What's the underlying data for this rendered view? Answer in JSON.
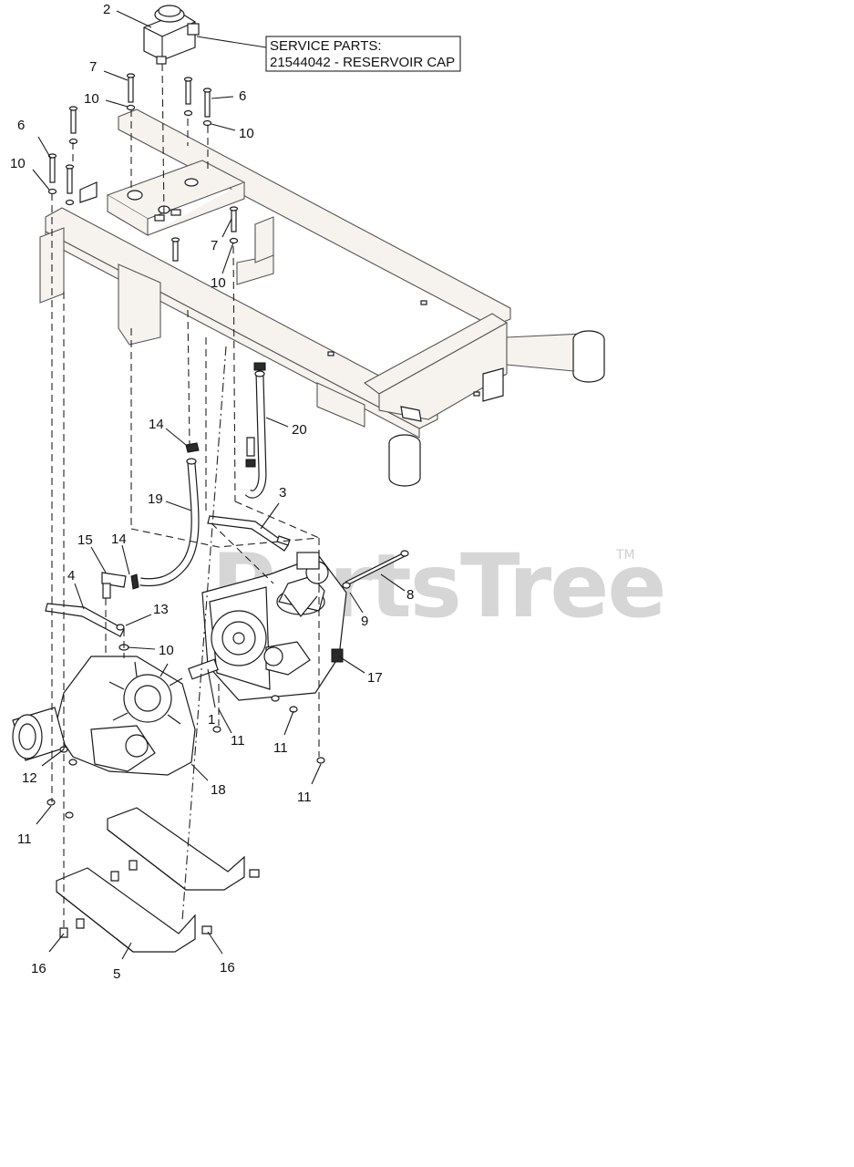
{
  "service_box": {
    "line1": "SERVICE PARTS:",
    "line2": "21544042 - RESERVOIR CAP"
  },
  "watermark": {
    "text": "PartsTree",
    "tm": "TM"
  },
  "callouts": [
    {
      "id": "2"
    },
    {
      "id": "7"
    },
    {
      "id": "10"
    },
    {
      "id": "6"
    },
    {
      "id": "10"
    },
    {
      "id": "6"
    },
    {
      "id": "10"
    },
    {
      "id": "7"
    },
    {
      "id": "10"
    },
    {
      "id": "14"
    },
    {
      "id": "20"
    },
    {
      "id": "19"
    },
    {
      "id": "3"
    },
    {
      "id": "15"
    },
    {
      "id": "14"
    },
    {
      "id": "4"
    },
    {
      "id": "8"
    },
    {
      "id": "13"
    },
    {
      "id": "9"
    },
    {
      "id": "10"
    },
    {
      "id": "17"
    },
    {
      "id": "1"
    },
    {
      "id": "11"
    },
    {
      "id": "11"
    },
    {
      "id": "12"
    },
    {
      "id": "18"
    },
    {
      "id": "11"
    },
    {
      "id": "11"
    },
    {
      "id": "16"
    },
    {
      "id": "5"
    },
    {
      "id": "16"
    }
  ]
}
